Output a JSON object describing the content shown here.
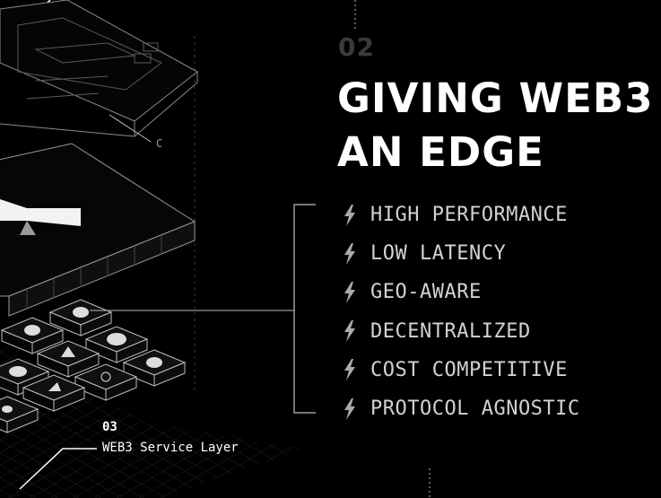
{
  "section": {
    "number": "02"
  },
  "headline": {
    "line1": "GIVING WEB3",
    "line2": "AN EDGE"
  },
  "features": [
    {
      "label": "HIGH PERFORMANCE",
      "icon": "lightning-bolt-icon"
    },
    {
      "label": "LOW LATENCY",
      "icon": "lightning-bolt-icon"
    },
    {
      "label": "GEO-AWARE",
      "icon": "lightning-bolt-icon"
    },
    {
      "label": "DECENTRALIZED",
      "icon": "lightning-bolt-icon"
    },
    {
      "label": "COST COMPETITIVE",
      "icon": "lightning-bolt-icon"
    },
    {
      "label": "PROTOCOL AGNOSTIC",
      "icon": "lightning-bolt-icon"
    }
  ],
  "diagram": {
    "callout_c": "C",
    "layer": {
      "number": "03",
      "name": "WEB3 Service Layer"
    }
  },
  "colors": {
    "background": "#000000",
    "text": "#ffffff",
    "muted": "#3a3a3a",
    "line": "#bdbdbd"
  }
}
